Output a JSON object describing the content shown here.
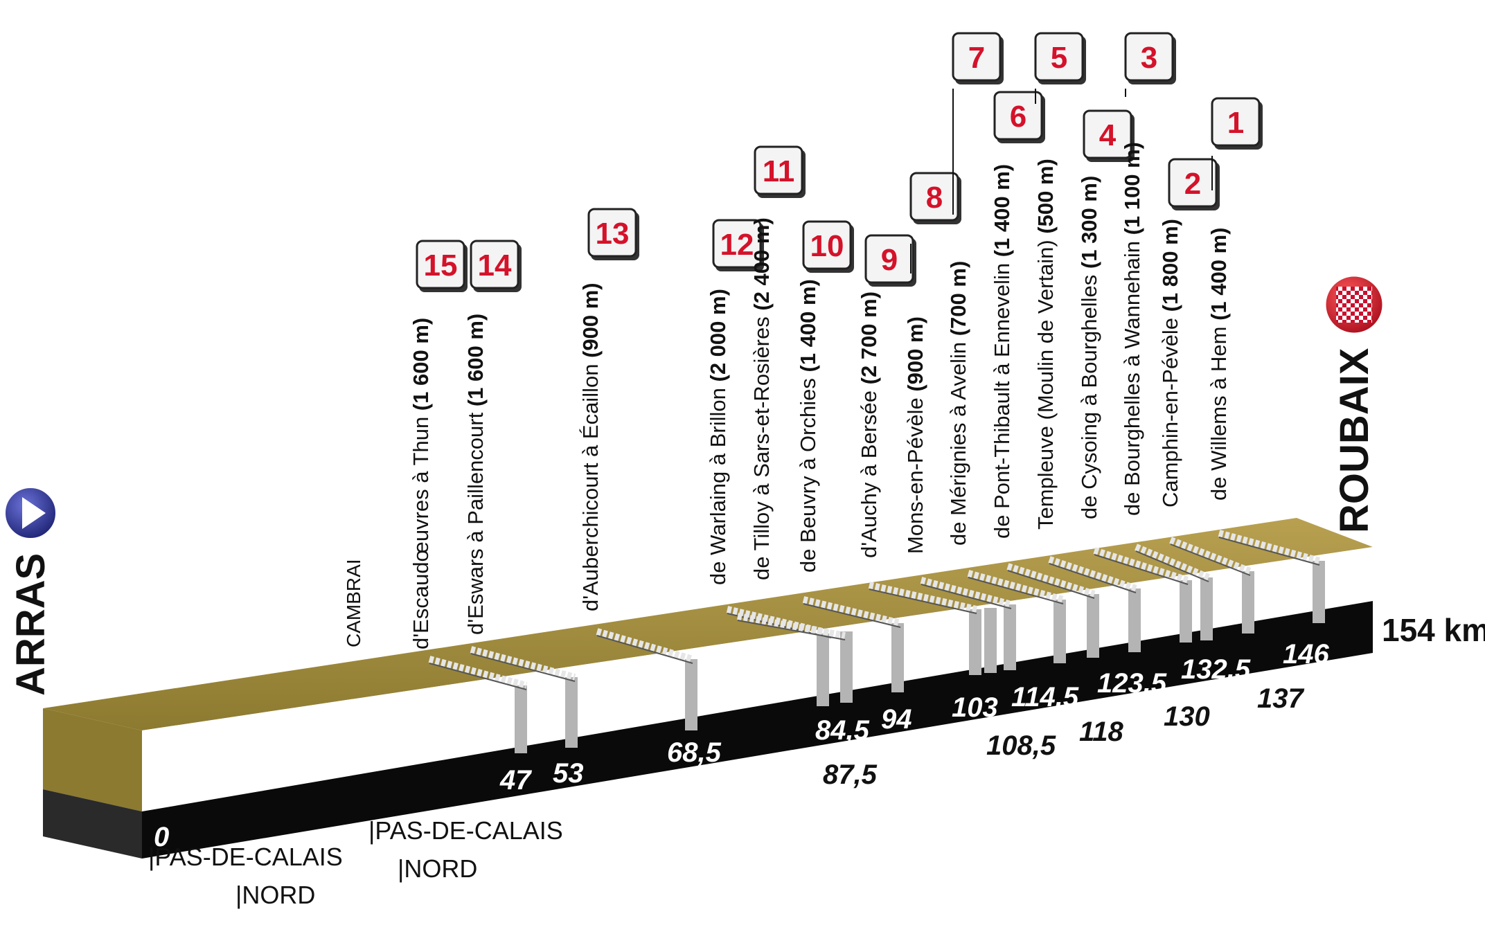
{
  "start": {
    "town": "ARRAS",
    "km": "0"
  },
  "finish": {
    "town": "ROUBAIX",
    "total": "154 km"
  },
  "place_label": "CAMBRAI",
  "region_labels": [
    {
      "top": "|PAS-DE-CALAIS",
      "bottom": "|NORD"
    },
    {
      "top": "|PAS-DE-CALAIS",
      "bottom": "|NORD"
    }
  ],
  "km_markers_top": [
    "47",
    "53",
    "68,5",
    "84,5",
    "94",
    "103",
    "114,5",
    "123,5",
    "132,5",
    "146"
  ],
  "km_markers_bottom": [
    "87,5",
    "108,5",
    "118",
    "130",
    "137"
  ],
  "sectors": [
    {
      "number": "15",
      "name": "d'Escaudœuvres à Thun",
      "length": "(1 600 m)"
    },
    {
      "number": "14",
      "name": "d'Eswars à Paillencourt",
      "length": "(1 600 m)"
    },
    {
      "number": "13",
      "name": "d'Auberchicourt à Écaillon",
      "length": "(900 m)"
    },
    {
      "number": "12",
      "name": "de Warlaing à Brillon",
      "length": "(2 000 m)"
    },
    {
      "number": "11",
      "name": "de Tilloy à Sars-et-Rosières",
      "length": "(2 400 m)"
    },
    {
      "number": "10",
      "name": "de Beuvry à Orchies",
      "length": "(1 400 m)"
    },
    {
      "number": "9",
      "name": "d'Auchy à Bersée",
      "length": "(2 700 m)"
    },
    {
      "number": "8",
      "name": "Mons-en-Pévèle",
      "length": "(900 m)"
    },
    {
      "number": "7",
      "name": "de Mérignies à Avelin",
      "length": "(700 m)"
    },
    {
      "number": "6",
      "name": "de Pont-Thibault à Ennevelin",
      "length": "(1 400 m)"
    },
    {
      "number": "5",
      "name": "Templeuve (Moulin de Vertain)",
      "length": "(500 m)"
    },
    {
      "number": "4",
      "name": "de Cysoing à Bourghelles",
      "length": "(1 300 m)"
    },
    {
      "number": "3",
      "name": "de Bourghelles à Wannehain",
      "length": "(1 100 m)"
    },
    {
      "number": "2",
      "name": "Camphin-en-Pévèle",
      "length": "(1 800 m)"
    },
    {
      "number": "1",
      "name": "de Willems à Hem",
      "length": "(1 400 m)"
    }
  ],
  "colors": {
    "terrain": "#a08c3c",
    "terrain_dark": "#7a6a28",
    "base": "#0a0a0a",
    "badge_red": "#d4122a",
    "start_blue": "#2a2f8c",
    "finish_red": "#d4122a",
    "pole": "#b0b0b0"
  },
  "icons": {
    "start": "play-arrow-icon",
    "finish": "checkered-flag-icon"
  }
}
